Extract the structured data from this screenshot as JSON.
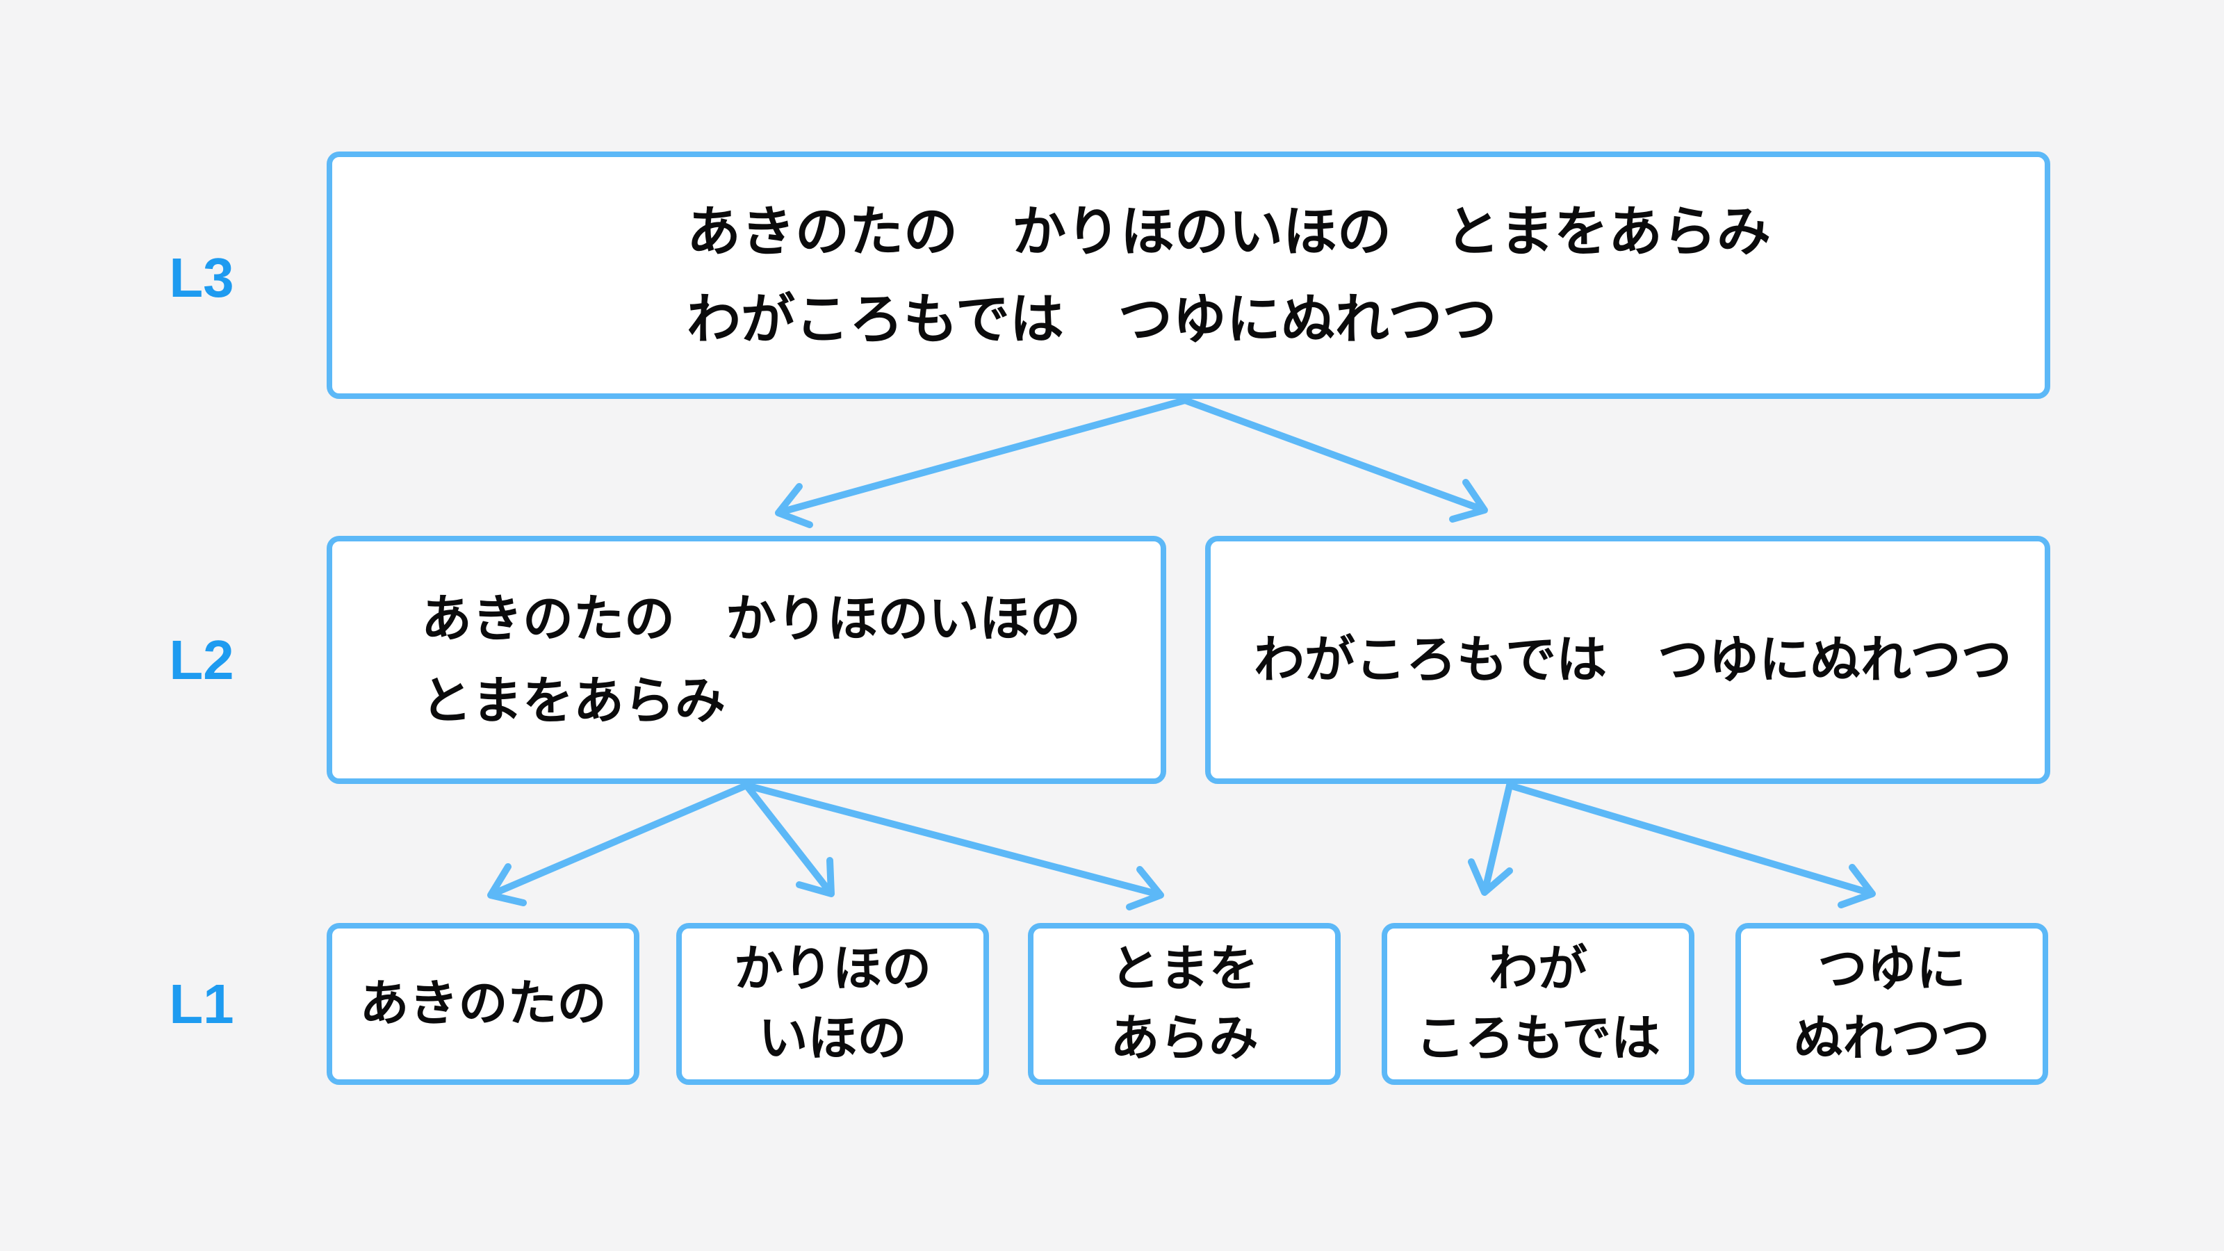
{
  "colors": {
    "background": "#f4f4f5",
    "box_border": "#5cb8f7",
    "arrow": "#5cb8f7",
    "label": "#1e9bf0",
    "text": "#0b0b0c"
  },
  "labels": {
    "l3": "L3",
    "l2": "L2",
    "l1": "L1"
  },
  "tree": {
    "l3": {
      "lines": [
        "あきのたの　かりほのいほの　とまをあらみ",
        "わがころもでは　つゆにぬれつつ"
      ]
    },
    "l2": [
      {
        "lines": [
          "あきのたの　かりほのいほの",
          "とまをあらみ"
        ]
      },
      {
        "lines": [
          "わがころもでは　つゆにぬれつつ"
        ]
      }
    ],
    "l1": [
      {
        "lines": [
          "あきのたの"
        ]
      },
      {
        "lines": [
          "かりほの",
          "いほの"
        ]
      },
      {
        "lines": [
          "とまを",
          "あらみ"
        ]
      },
      {
        "lines": [
          "わが",
          "ころもでは"
        ]
      },
      {
        "lines": [
          "つゆに",
          "ぬれつつ"
        ]
      }
    ]
  },
  "arrows": [
    {
      "from": "l3-box",
      "to": "l2-box-left"
    },
    {
      "from": "l3-box",
      "to": "l2-box-right"
    },
    {
      "from": "l2-box-left",
      "to": "l1-box-1"
    },
    {
      "from": "l2-box-left",
      "to": "l1-box-2"
    },
    {
      "from": "l2-box-left",
      "to": "l1-box-3"
    },
    {
      "from": "l2-box-right",
      "to": "l1-box-4"
    },
    {
      "from": "l2-box-right",
      "to": "l1-box-5"
    }
  ]
}
